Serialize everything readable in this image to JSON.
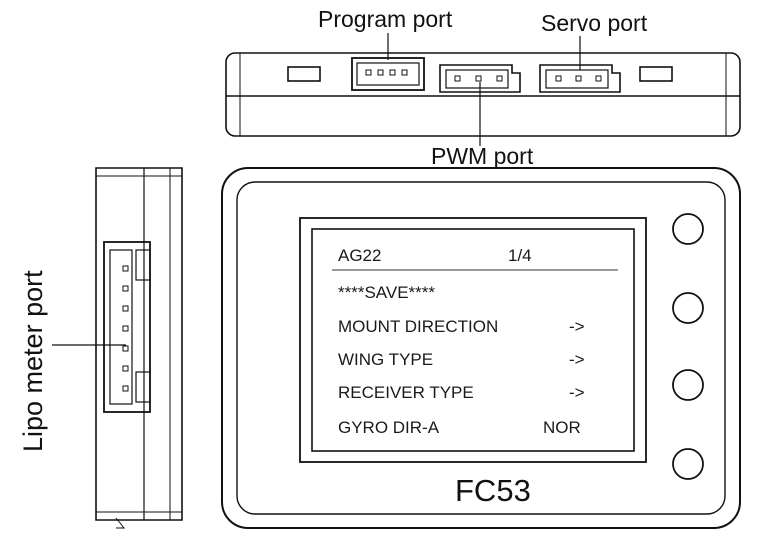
{
  "labels": {
    "program_port": "Program port",
    "servo_port": "Servo port",
    "pwm_port": "PWM port",
    "lipo_meter_port": "Lipo meter port"
  },
  "screen": {
    "title": "AG22",
    "page": "1/4",
    "rows": [
      {
        "label": "****SAVE****",
        "value": ""
      },
      {
        "label": "MOUNT DIRECTION",
        "value": "->"
      },
      {
        "label": "WING TYPE",
        "value": "->"
      },
      {
        "label": "RECEIVER TYPE",
        "value": "->"
      },
      {
        "label": "GYRO DIR-A",
        "value": "NOR"
      }
    ]
  },
  "device": {
    "model": "FC53",
    "buttons": [
      "button-1",
      "button-2",
      "button-3",
      "button-4"
    ]
  }
}
